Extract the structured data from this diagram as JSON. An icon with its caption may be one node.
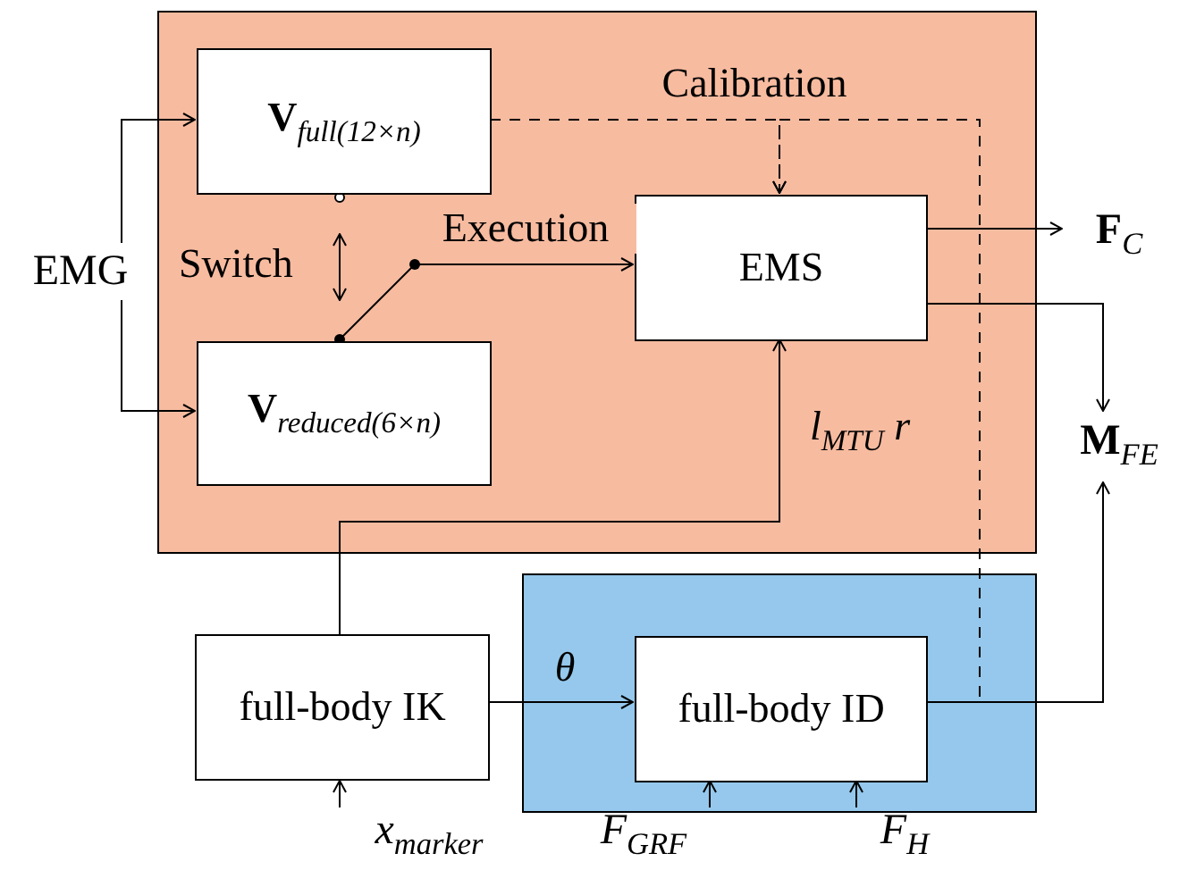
{
  "diagram": {
    "nodes": [
      {
        "text": [],
        "shape": "box"
      },
      {
        "text": [
          "**V**$_{full(12×n)}$"
        ],
        "in": 0
      },
      {
        "text": [
          "**V**$_{reduced(6×n)}$"
        ],
        "in": 0
      },
      {
        "text": [
          "EMS"
        ],
        "in": 0
      },
      {
        "text": [],
        "shape": "box"
      },
      {
        "text": [
          "full-body IK"
        ]
      },
      {
        "text": [
          "full-body ID"
        ],
        "in": 4
      },
      {
        "text": [
          "EMG"
        ]
      },
      {
        "text": [
          "**F**$_{C}$"
        ]
      },
      {
        "text": [
          "**M**$_{FE}$"
        ]
      },
      {
        "text": [
          "x$_{marker}$"
        ]
      },
      {
        "text": [
          "F$_{GRF}$"
        ]
      },
      {
        "text": [
          "F$_{H}$"
        ]
      }
    ],
    "edges": [
      {
        "from": 7,
        "to": 1,
        "arrow": "to"
      },
      {
        "from": 7,
        "to": 2,
        "arrow": "to"
      },
      {
        "from": 2,
        "to": 3,
        "arrow": "to",
        "label": "Execution"
      },
      {
        "from": 1,
        "to": 3,
        "arrow": "to",
        "label": "Calibration",
        "style": "dashed"
      },
      {
        "from": 6,
        "to": 3,
        "arrow": "to",
        "style": "dashed"
      },
      {
        "from": 3,
        "to": 8,
        "arrow": "to"
      },
      {
        "from": 3,
        "to": 9,
        "arrow": "to"
      },
      {
        "from": 6,
        "to": 9,
        "arrow": "to"
      },
      {
        "from": 5,
        "to": 3,
        "arrow": "to",
        "label": "l$_{MTU}$ r"
      },
      {
        "from": 5,
        "to": 6,
        "arrow": "to",
        "label": "θ"
      },
      {
        "from": 10,
        "to": 5,
        "arrow": "to"
      },
      {
        "from": 11,
        "to": 6,
        "arrow": "to"
      },
      {
        "from": 12,
        "to": 6,
        "arrow": "to"
      }
    ],
    "labels": [
      "Switch"
    ]
  }
}
